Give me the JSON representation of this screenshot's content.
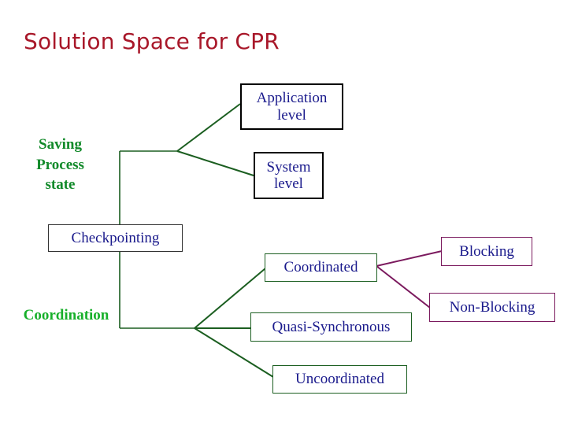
{
  "slide": {
    "title": "Solution Space for CPR",
    "title_color": "#a81729",
    "background": "#ffffff"
  },
  "colors": {
    "node_text": "#1a1a8c",
    "green_branch": "#1b5e20",
    "purple_branch": "#7b1a5e",
    "green_label_dark": "#128a2a",
    "green_label_bright": "#17b02a",
    "box_border_black": "#000000"
  },
  "categories": [
    {
      "name": "saving-process-state",
      "label": "Saving\nProcess\nstate",
      "color": "#128a2a"
    },
    {
      "name": "coordination",
      "label": "Coordination",
      "color": "#17b02a"
    }
  ],
  "nodes": {
    "application_level": "Application\nlevel",
    "system_level": "System\nlevel",
    "checkpointing": "Checkpointing",
    "coordinated": "Coordinated",
    "quasi_synchronous": "Quasi-Synchronous",
    "uncoordinated": "Uncoordinated",
    "blocking": "Blocking",
    "non_blocking": "Non-Blocking"
  },
  "chart_data": {
    "type": "diagram",
    "title": "Solution Space for CPR",
    "structure": "tree",
    "roots": [
      "Checkpointing"
    ],
    "groups": [
      {
        "group_label": "Saving Process state",
        "children": [
          "Application level",
          "System level"
        ]
      },
      {
        "group_label": "Coordination",
        "children": [
          "Coordinated",
          "Quasi-Synchronous",
          "Uncoordinated"
        ]
      }
    ],
    "sub_branches": [
      {
        "parent": "Coordinated",
        "children": [
          "Blocking",
          "Non-Blocking"
        ],
        "edge_color": "#7b1a5e"
      }
    ],
    "edge_color_main": "#1b5e20"
  }
}
